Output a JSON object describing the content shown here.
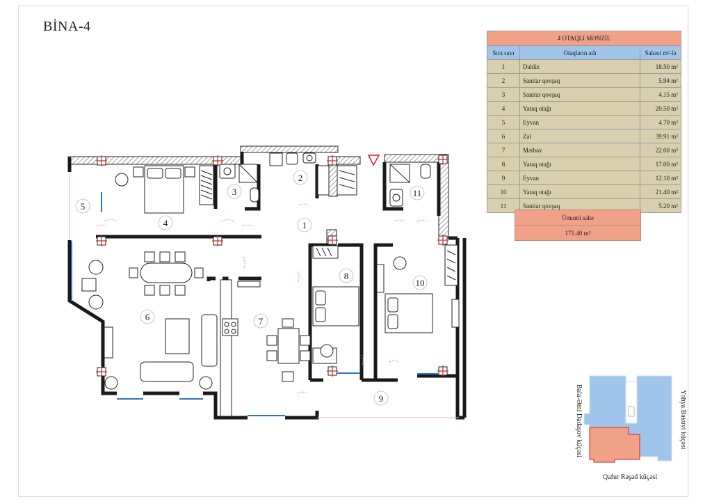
{
  "title": "BİNA-4",
  "table": {
    "heading": "4 OTAQLI MƏNZİL",
    "col_no": "Sıra sayı",
    "col_name": "Otaqların adı",
    "col_area": "Sahəsi m²-lə",
    "rows": [
      {
        "no": "1",
        "name": "Dəhliz",
        "area": "18.50 m²"
      },
      {
        "no": "2",
        "name": "Sanitar qovşaq",
        "area": "5.94 m²"
      },
      {
        "no": "3",
        "name": "Sanitar qovşaq",
        "area": "4.15 m²"
      },
      {
        "no": "4",
        "name": "Yataq otağı",
        "area": "20.50 m²"
      },
      {
        "no": "5",
        "name": "Eyvan",
        "area": "4.70 m²"
      },
      {
        "no": "6",
        "name": "Zal",
        "area": "39.91 m²"
      },
      {
        "no": "7",
        "name": "Mətbəx",
        "area": "22.00 m²"
      },
      {
        "no": "8",
        "name": "Yataq otağı",
        "area": "17.00 m²"
      },
      {
        "no": "9",
        "name": "Eyvan",
        "area": "12.10 m²"
      },
      {
        "no": "10",
        "name": "Yataq otağı",
        "area": "21.40 m²"
      },
      {
        "no": "11",
        "name": "Sanitar qovşaq",
        "area": "5.20 m²"
      }
    ],
    "total_label": "Ümumi sahə",
    "total_value": "171.40 m²"
  },
  "rooms": {
    "r1": "1",
    "r2": "2",
    "r3": "3",
    "r4": "4",
    "r5": "5",
    "r6": "6",
    "r7": "7",
    "r8": "8",
    "r9": "9",
    "r10": "10",
    "r11": "11"
  },
  "streets": {
    "left": "Bala-Əmi Dadaşov küçəsi",
    "right": "Yəhya Bakuvi küçəsi",
    "bottom": "Qafur Rəşad küçəsi"
  },
  "colors": {
    "wall": "#1a1a1a",
    "hatch": "#555555",
    "column_marker": "#d62020",
    "window": "#2f74c9",
    "table_header": "#f1a187",
    "table_colhead": "#9fc6ea",
    "table_row": "#d8cfae",
    "site_blue": "#9fc6ea",
    "site_highlight": "#f1a187"
  }
}
